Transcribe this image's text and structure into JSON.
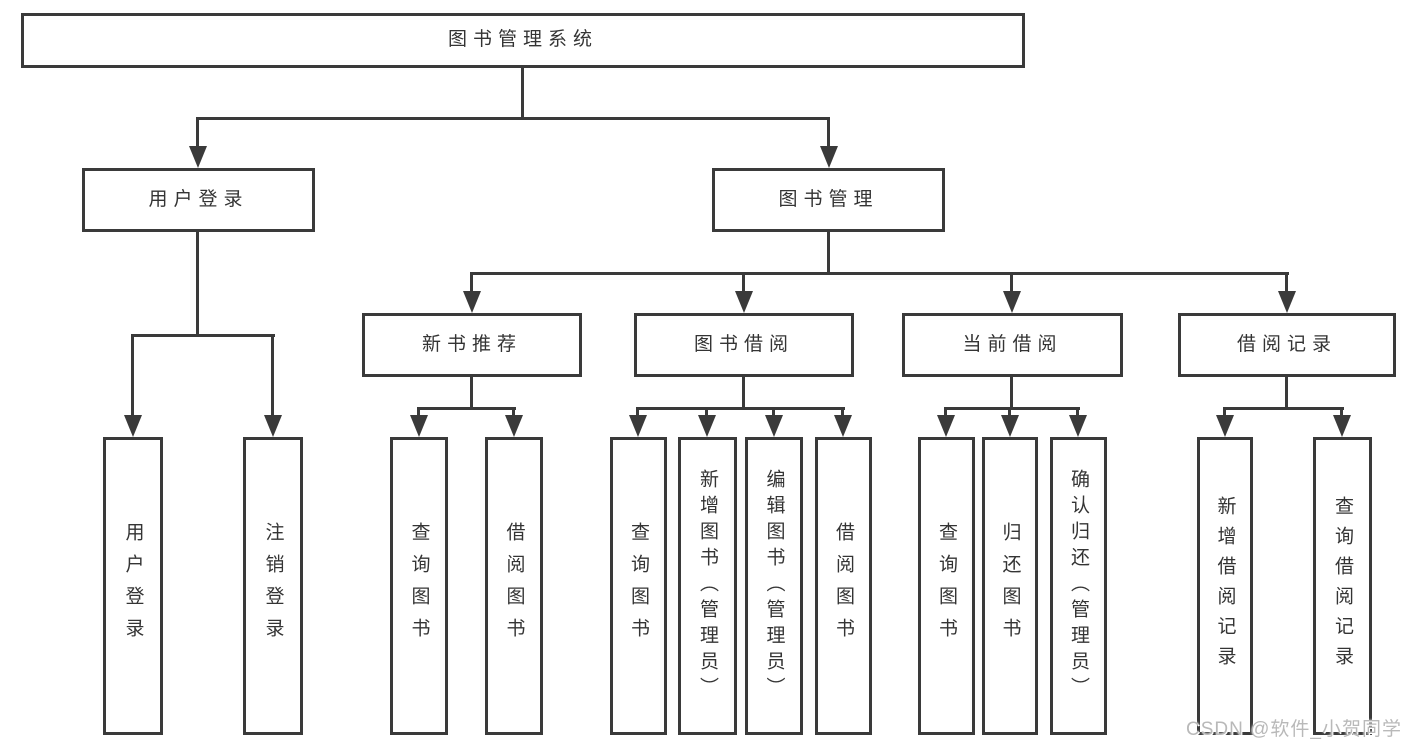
{
  "nodes": {
    "root": "图书管理系统",
    "level2": [
      "用户登录",
      "图书管理"
    ],
    "level3": [
      "新书推荐",
      "图书借阅",
      "当前借阅",
      "借阅记录"
    ],
    "leaves_user_login": [
      "用户登录",
      "注销登录"
    ],
    "leaves_new_books": [
      "查询图书",
      "借阅图书"
    ],
    "leaves_book_borrow": [
      "查询图书",
      "新增图书（管理员）",
      "编辑图书（管理员）",
      "借阅图书"
    ],
    "leaves_current_borrow": [
      "查询图书",
      "归还图书",
      "确认归还（管理员）"
    ],
    "leaves_borrow_records": [
      "新增借阅记录",
      "查询借阅记录"
    ]
  },
  "hierarchy": {
    "图书管理系统": {
      "用户登录": [
        "用户登录",
        "注销登录"
      ],
      "图书管理": {
        "新书推荐": [
          "查询图书",
          "借阅图书"
        ],
        "图书借阅": [
          "查询图书",
          "新增图书（管理员）",
          "编辑图书（管理员）",
          "借阅图书"
        ],
        "当前借阅": [
          "查询图书",
          "归还图书",
          "确认归还（管理员）"
        ],
        "借阅记录": [
          "新增借阅记录",
          "查询借阅记录"
        ]
      }
    }
  },
  "watermark": "CSDN @软件_小贺同学",
  "colors": {
    "line": "#3a3a3a",
    "text": "#343434",
    "watermark": "#b9b9b9",
    "background": "#ffffff"
  }
}
